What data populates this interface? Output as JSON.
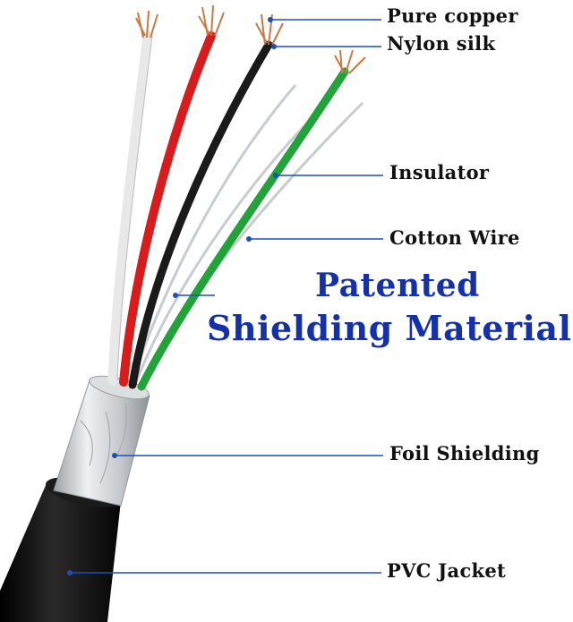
{
  "diagram": {
    "labels": {
      "pure_copper": "Pure copper",
      "nylon_silk": "Nylon silk",
      "insulator": "Insulator",
      "cotton_wire": "Cotton Wire",
      "foil_shielding": "Foil Shielding",
      "pvc_jacket": "PVC Jacket"
    },
    "headline": {
      "line1": "Patented",
      "line2": "Shielding Material"
    }
  },
  "colors": {
    "headline": "#1531a8",
    "leader_line": "#1f4fb5",
    "label_text": "#111111",
    "wire_white": "#f2f2f2",
    "wire_red": "#d81c1c",
    "wire_black": "#1a1a1a",
    "wire_green": "#22a33a",
    "copper": "#c77a45",
    "foil": "#d7d9dc",
    "jacket": "#0e0e0e"
  }
}
